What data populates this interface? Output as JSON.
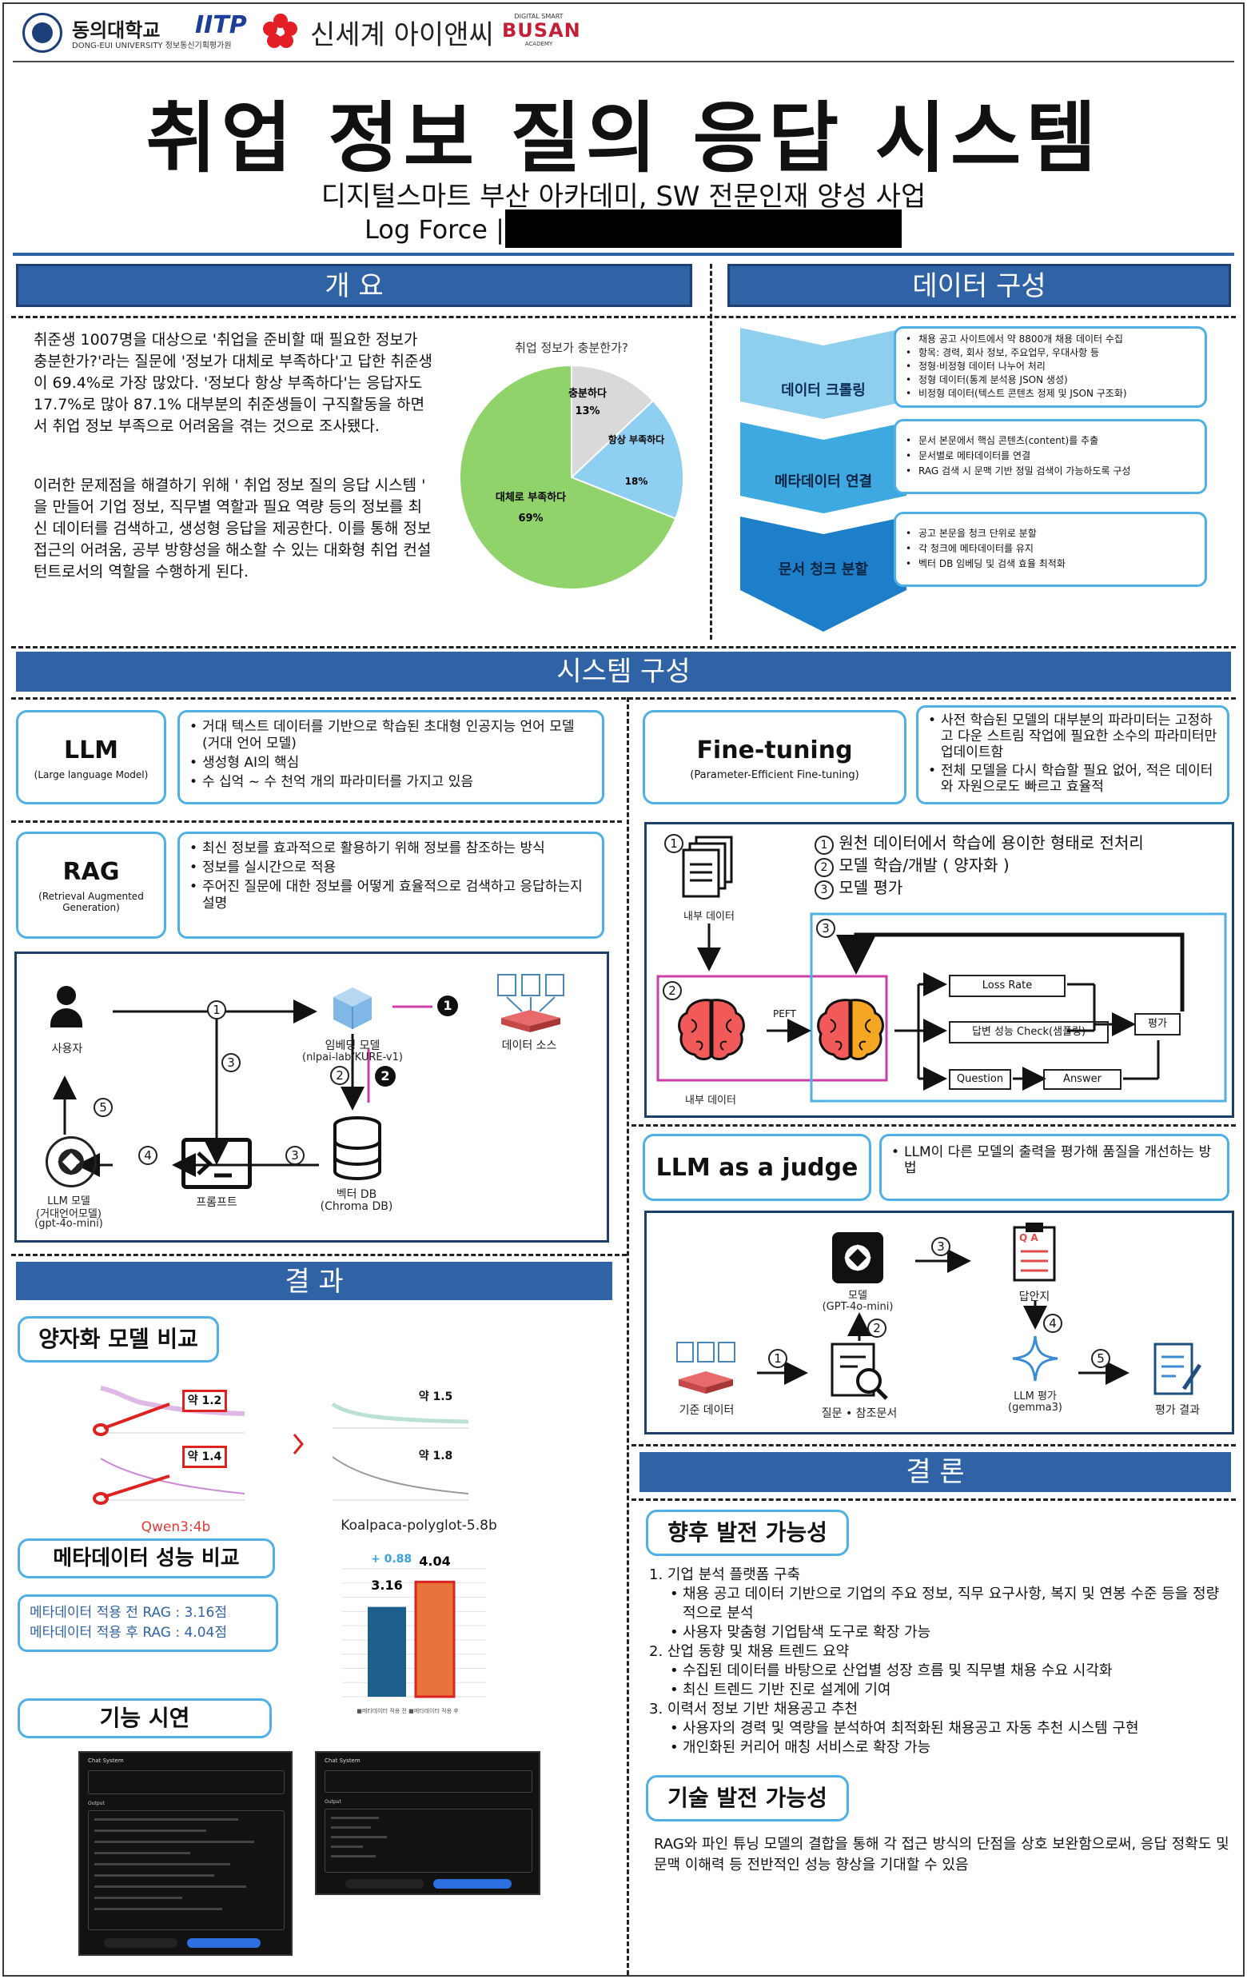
{
  "header": {
    "univ_logo_text": "동의대학교",
    "univ_logo_sub": "DONG-EUI UNIVERSITY 정보통신기획평가원",
    "iitp": "IITP",
    "partner": "신세계 아이앤씨",
    "academy": "DIGITAL SMART BUSAN ACADEMY",
    "title": "취업 정보 질의 응답 시스템",
    "subtitle": "디지털스마트 부산 아카데미, SW 전문인재 양성 사업",
    "team": "Log Force |"
  },
  "sections": {
    "overview": "개 요",
    "data": "데이터 구성",
    "system": "시스템 구성",
    "results": "결 과",
    "conclusion": "결 론"
  },
  "overview": {
    "para1": "취준생 1007명을 대상으로 '취업을 준비할 때 필요한 정보가 충분한가?'라는 질문에 '정보가 대체로 부족하다'고 답한 취준생이 69.4%로 가장 많았다. '정보다 항상 부족하다'는 응답자도 17.7%로 많아 87.1% 대부분의 취준생들이 구직활동을 하면서 취업 정보 부족으로 어려움을 겪는 것으로 조사됐다.",
    "para2": "이러한 문제점을 해결하기 위해 ' 취업 정보 질의 응답 시스템 ' 을 만들어 기업 정보, 직무별 역할과 필요 역량 등의 정보를 최신 데이터를 검색하고, 생성형 응답을 제공한다. 이를 통해 정보 접근의 어려움, 공부 방향성을 해소할 수 있는 대화형 취업 컨설턴트로서의 역할을 수행하게 된다."
  },
  "chart_data": {
    "type": "pie",
    "title": "취업 정보가 충분한가?",
    "slices": [
      {
        "label": "충분하다",
        "value": 13,
        "color": "#d9d9d9",
        "label_text": "13%"
      },
      {
        "label": "항상 부족하다",
        "value": 18,
        "color": "#8fd0f2",
        "label_text": "18%"
      },
      {
        "label": "대체로 부족하다",
        "value": 69,
        "color": "#8fd36a",
        "label_text": "69%"
      }
    ]
  },
  "data_config": {
    "steps": [
      {
        "label": "데이터 크롤링",
        "items": [
          "채용 공고 사이트에서 약 8800개 채용 데이터 수집",
          "항목: 경력, 회사 정보, 주요업무, 우대사항 등",
          "정형·비정형 데이터 나누어 처리",
          "정형 데이터(통계 분석용 JSON 생성)",
          "비정형 데이터(텍스트 콘텐츠 정제 및 JSON 구조화)"
        ]
      },
      {
        "label": "메타데이터 연결",
        "items": [
          "문서 본문에서 핵심 콘텐츠(content)를 추출",
          "문서별로 메타데이터를 연결",
          "RAG 검색 시 문맥 기반 정밀 검색이 가능하도록 구성"
        ]
      },
      {
        "label": "문서 청크 분할",
        "items": [
          "공고 본문을 청크 단위로 분할",
          "각 청크에 메타데이터를 유지",
          "벡터 DB 임베딩 및 검색 효율 최적화"
        ]
      }
    ]
  },
  "system": {
    "llm": {
      "title": "LLM",
      "sub": "(Large language Model)",
      "items": [
        "거대 텍스트 데이터를 기반으로 학습된 초대형 인공지능 언어 모델 (거대 언어 모델)",
        "생성형 AI의 핵심",
        "수 십억 ~ 수 천억 개의 파라미터를 가지고 있음"
      ]
    },
    "rag": {
      "title": "RAG",
      "sub": "(Retrieval Augmented Generation)",
      "items": [
        "최신 정보를 효과적으로 활용하기 위해 정보를 참조하는 방식",
        "정보를 실시간으로 적용",
        "주어진 질문에 대한 정보를 어떻게 효율적으로 검색하고 응답하는지 설명"
      ]
    },
    "finetune": {
      "title": "Fine-tuning",
      "sub": "(Parameter-Efficient Fine-tuning)",
      "items": [
        "사전 학습된 모델의 대부분의 파라미터는 고정하고 다운 스트림 작업에 필요한 소수의 파라미터만 업데이트함",
        "전체 모델을 다시 학습할 필요 없어, 적은 데이터와 자원으로도 빠르고 효율적"
      ]
    },
    "judge": {
      "title": "LLM as a judge",
      "items": [
        "LLM이 다른 모델의 출력을 평가해 품질을 개선하는 방법"
      ]
    },
    "rag_diagram": {
      "user": "사용자",
      "embed": "임베딩 모델",
      "embed_sub": "(nlpai-lab/KURE-v1)",
      "source": "데이터 소스",
      "llm": "LLM 모델",
      "llm_sub1": "(거대언어모델)",
      "llm_sub2": "(gpt-4o-mini)",
      "prompt": "프롬프트",
      "db": "벡터 DB",
      "db_sub": "(Chroma DB)",
      "n1": "1",
      "n2": "2",
      "n3": "3",
      "n4": "4",
      "n5": "5"
    },
    "ft_diagram": {
      "s1": "원천 데이터에서 학습에 용이한 형태로 전처리",
      "s2": "모델 학습/개발 ( 양자화 )",
      "s3": "모델 평가",
      "n1": "1",
      "n2": "2",
      "n3": "3",
      "in_data": "내부 데이터",
      "peft": "PEFT",
      "loss": "Loss Rate",
      "check": "답변 성능 Check(샘플링)",
      "question": "Question",
      "answer": "Answer",
      "eval": "평가"
    },
    "judge_diagram": {
      "model": "모델",
      "model_sub": "(GPT-4o-mini)",
      "answer_sheet": "답안지",
      "base": "기준 데이터",
      "qref": "질문 • 참조문서",
      "judge": "LLM 평가",
      "judge_sub": "(gemma3)",
      "result": "평가 결과",
      "qa": "Q A",
      "n1": "1",
      "n2": "2",
      "n3": "3",
      "n4": "4",
      "n5": "5"
    }
  },
  "results": {
    "quant_title": "양자화 모델 비교",
    "q_labels": [
      "약 1.2",
      "약 1.4",
      "약 1.5",
      "약 1.8"
    ],
    "model_a": "Qwen3:4b",
    "model_b": "Koalpaca-polyglot-5.8b",
    "meta_title": "메타데이터 성능 비교",
    "meta_before": "메타데이터 적용 전 RAG : 3.16점",
    "meta_after": "메타데이터 적용 후 RAG : 4.04점",
    "bar_before": "3.16",
    "bar_after": "4.04",
    "bar_diff": "+ 0.88",
    "bar_legend": "■메타데이터 적용 전  ■메타데이터 적용 후",
    "demo_title": "기능 시연",
    "demo_header": "Chat System",
    "demo_output": "Output"
  },
  "conclusion": {
    "future_title": "향후 발전 가능성",
    "items": [
      {
        "head": "1. 기업 분석 플랫폼 구축",
        "subs": [
          "채용 공고 데이터 기반으로 기업의 주요 정보, 직무 요구사항, 복지 및 연봉 수준 등을 정량적으로 분석",
          "사용자 맞춤형 기업탐색 도구로 확장 가능"
        ]
      },
      {
        "head": "2. 산업 동향 및 채용 트렌드 요약",
        "subs": [
          "수집된 데이터를 바탕으로 산업별 성장 흐름 및 직무별 채용 수요 시각화",
          "최신 트렌드 기반 진로 설계에 기여"
        ]
      },
      {
        "head": "3. 이력서 정보 기반 채용공고 추천",
        "subs": [
          "사용자의 경력 및 역량을 분석하여 최적화된 채용공고 자동 추천 시스템 구현",
          "개인화된 커리어 매칭 서비스로 확장 가능"
        ]
      }
    ],
    "tech_title": "기술 발전 가능성",
    "tech_text": "RAG와 파인 튜닝 모델의 결합을 통해 각 접근 방식의 단점을 상호 보완함으로써, 응답 정확도 및 문맥 이해력 등 전반적인 성능 향상을 기대할 수 있음"
  }
}
